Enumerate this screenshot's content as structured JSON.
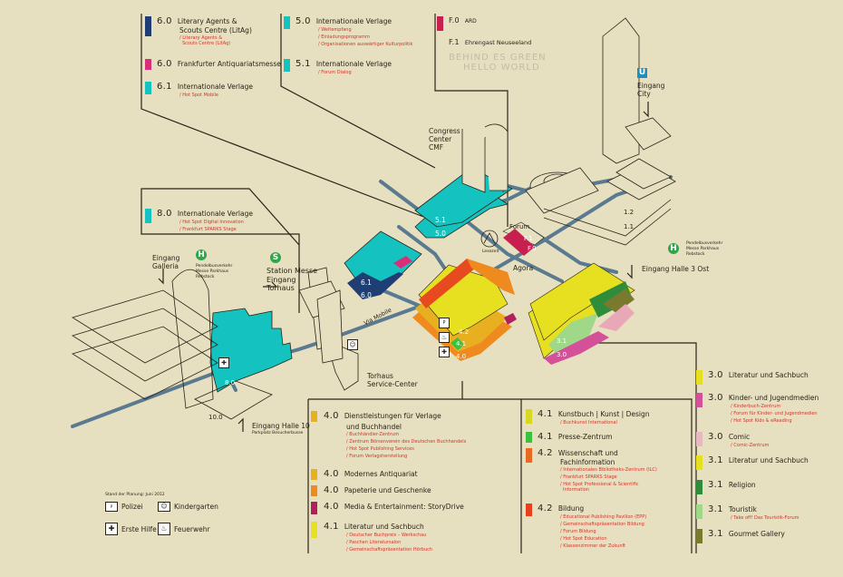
{
  "colors": {
    "background": "#e6dfc0",
    "hall6_dark": "#1f3f74",
    "hall_cyan": "#14c3bf",
    "magenta": "#d92f7a",
    "f_red": "#c8204e",
    "yellow": "#e6e020",
    "orange": "#ef8a1e",
    "red_orange": "#e84a1f",
    "green": "#3fbf3f",
    "light_green": "#a0d88a",
    "dark_green": "#2e8c3a",
    "olive": "#7a7a2e",
    "pink": "#e8a8b8",
    "pink3": "#d4519a",
    "path_blue": "#5a7a90",
    "text_red": "#d8332a"
  },
  "legend_top_left": [
    {
      "code": "6.0",
      "title_lines": [
        "Literary Agents &",
        "Scouts Centre (LitAg)"
      ],
      "subs": [
        "/ Literary Agents &",
        "  Scouts Centre (LitAg)"
      ],
      "color": "#1f3f74"
    },
    {
      "code": "6.0",
      "title_lines": [
        "Frankfurter Antiquariatsmesse"
      ],
      "subs": [],
      "color": "#d92f7a"
    },
    {
      "code": "6.1",
      "title_lines": [
        "Internationale Verlage"
      ],
      "subs": [
        "/ Hot Spot Mobile"
      ],
      "color": "#14c3bf"
    }
  ],
  "legend_top_mid": [
    {
      "code": "5.0",
      "title_lines": [
        "Internationale Verlage"
      ],
      "subs": [
        "/ Weltempfang",
        "/ Einladungsprogramm",
        "/ Organisationen auswärtiger Kulturpolitik"
      ],
      "color": "#14c3bf"
    },
    {
      "code": "5.1",
      "title_lines": [
        "Internationale Verlage"
      ],
      "subs": [
        "/ Forum Dialog"
      ],
      "color": "#14c3bf"
    }
  ],
  "legend_top_right": [
    {
      "code": "F.0",
      "title_lines": [
        "ARD"
      ],
      "subs": [],
      "color": "#c8204e"
    },
    {
      "code": "F.1",
      "title_lines": [
        "Ehrengast Neuseeland"
      ],
      "subs": [],
      "color": ""
    }
  ],
  "guest_ghost_text": [
    "BEHIND ES GREEN",
    "HELLO WORLD"
  ],
  "legend_hall8": {
    "code": "8.0",
    "title": "Internationale Verlage",
    "subs": [
      "/ Hot Spot Digital Innovation",
      "/ Frankfurt SPARKS Stage"
    ],
    "color": "#14c3bf"
  },
  "legend_hall4_col1": [
    {
      "code": "4.0",
      "title_lines": [
        "Dienstleistungen für Verlage",
        "und Buchhandel"
      ],
      "subs": [
        "/ Buchhändler-Zentrum",
        "/ Zentrum Börsenverein des Deutschen Buchhandels",
        "/ Hot Spot Publishing Services",
        "/ Forum Verlagsherstellung"
      ],
      "color": "#e8b020"
    },
    {
      "code": "4.0",
      "title_lines": [
        "Modernes Antiquariat"
      ],
      "subs": [],
      "color": "#e8b020"
    },
    {
      "code": "4.0",
      "title_lines": [
        "Papeterie und Geschenke"
      ],
      "subs": [],
      "color": "#ef8a1e"
    },
    {
      "code": "4.0",
      "title_lines": [
        "Media & Entertainment: StoryDrive"
      ],
      "subs": [],
      "color": "#b0205a"
    },
    {
      "code": "4.1",
      "title_lines": [
        "Literatur und Sachbuch"
      ],
      "subs": [
        "/ Deutscher Buchpreis – Werkschau",
        "/ Paschen Literatursalon",
        "/ Gemeinschaftspräsentation Hörbuch"
      ],
      "color": "#e6e020"
    }
  ],
  "legend_hall4_col2": [
    {
      "code": "4.1",
      "title_lines": [
        "Kunstbuch | Kunst | Design"
      ],
      "subs": [
        "/ Buchkunst International"
      ],
      "color": "#d8d820"
    },
    {
      "code": "4.1",
      "title_lines": [
        "Presse-Zentrum"
      ],
      "subs": [],
      "color": "#3fbf3f"
    },
    {
      "code": "4.2",
      "title_lines": [
        "Wissenschaft und",
        "Fachinformation"
      ],
      "subs": [
        "/ Internationales Bibliotheks-Zentrum (ILC)",
        "/ Frankfurt SPARKS Stage",
        "/ Hot Spot Professional & Scientific",
        "  Information"
      ],
      "color": "#e86a20"
    },
    {
      "code": "4.2",
      "title_lines": [
        "Bildung"
      ],
      "subs": [
        "/ Educational Publishing Pavilion (EPP)",
        "/ Gemeinschaftspräsentation Bildung",
        "/ Forum Bildung",
        "/ Hot Spot Education",
        "/ Klassenzimmer der Zukunft"
      ],
      "color": "#e8401f"
    }
  ],
  "legend_hall3": [
    {
      "code": "3.0",
      "title_lines": [
        "Literatur und Sachbuch"
      ],
      "subs": [],
      "color": "#e6e020"
    },
    {
      "code": "3.0",
      "title_lines": [
        "Kinder- und Jugendmedien"
      ],
      "subs": [
        "/ Kinderbuch-Zentrum",
        "/ Forum für Kinder- und Jugendmedien",
        "/ Hot Spot Kids & eReading"
      ],
      "color": "#d4519a"
    },
    {
      "code": "3.0",
      "title_lines": [
        "Comic"
      ],
      "subs": [
        "/ Comic-Zentrum"
      ],
      "color": "#e8b8c0"
    },
    {
      "code": "3.1",
      "title_lines": [
        "Literatur und Sachbuch"
      ],
      "subs": [],
      "color": "#e6e020"
    },
    {
      "code": "3.1",
      "title_lines": [
        "Religion"
      ],
      "subs": [],
      "color": "#2e8c3a"
    },
    {
      "code": "3.1",
      "title_lines": [
        "Touristik"
      ],
      "subs": [
        "/ Take off! Das Touristik-Forum"
      ],
      "color": "#a0d88a"
    },
    {
      "code": "3.1",
      "title_lines": [
        "Gourmet Gallery"
      ],
      "subs": [],
      "color": "#7a7a2e"
    }
  ],
  "map_labels": {
    "congress_center": [
      "Congress",
      "Center",
      "CMF"
    ],
    "eingang_city": [
      "Eingang",
      "City"
    ],
    "u_badge": "U",
    "s_badge": "S",
    "h_badge": "H",
    "station_messe": [
      "Station Messe",
      "Eingang",
      "Torhaus"
    ],
    "eingang_galleria": [
      "Eingang",
      "Galleria"
    ],
    "h_galleria_note": [
      "Pendelbusverkehr",
      "Messe Parkhaus",
      "Rebstock"
    ],
    "h_east_note": [
      "Pendelbusverkehr",
      "Messe Parkhaus",
      "Rebstock"
    ],
    "eingang_halle3": "Eingang Halle 3 Ost",
    "eingang_halle10": "Eingang Halle 10",
    "parkplatz": "Parkplatz Besucherbusse",
    "torhaus": [
      "Torhaus",
      "Service-Center"
    ],
    "via_mobile": "Via Mobile",
    "forum": "Forum",
    "agora": "Agora",
    "lesezelt": "Lesezelt",
    "hall_codes": {
      "h51": "5.1",
      "h50": "5.0",
      "h61": "6.1",
      "h60": "6.0",
      "f1": "F.1",
      "f0": "F.0",
      "h42": "4.2",
      "h41": "4.1",
      "h40": "4.0",
      "h31": "3.1",
      "h30": "3.0",
      "h80": "8.0",
      "h100": "10.0",
      "h12": "1.2",
      "h11": "1.1"
    }
  },
  "footer": {
    "stand": "Stand der Planung: Juni 2012",
    "icons": [
      {
        "name": "police",
        "label": "Polizei"
      },
      {
        "name": "kindergarten",
        "label": "Kindergarten"
      },
      {
        "name": "first-aid",
        "label": "Erste Hilfe"
      },
      {
        "name": "fire-dept",
        "label": "Feuerwehr"
      }
    ]
  }
}
